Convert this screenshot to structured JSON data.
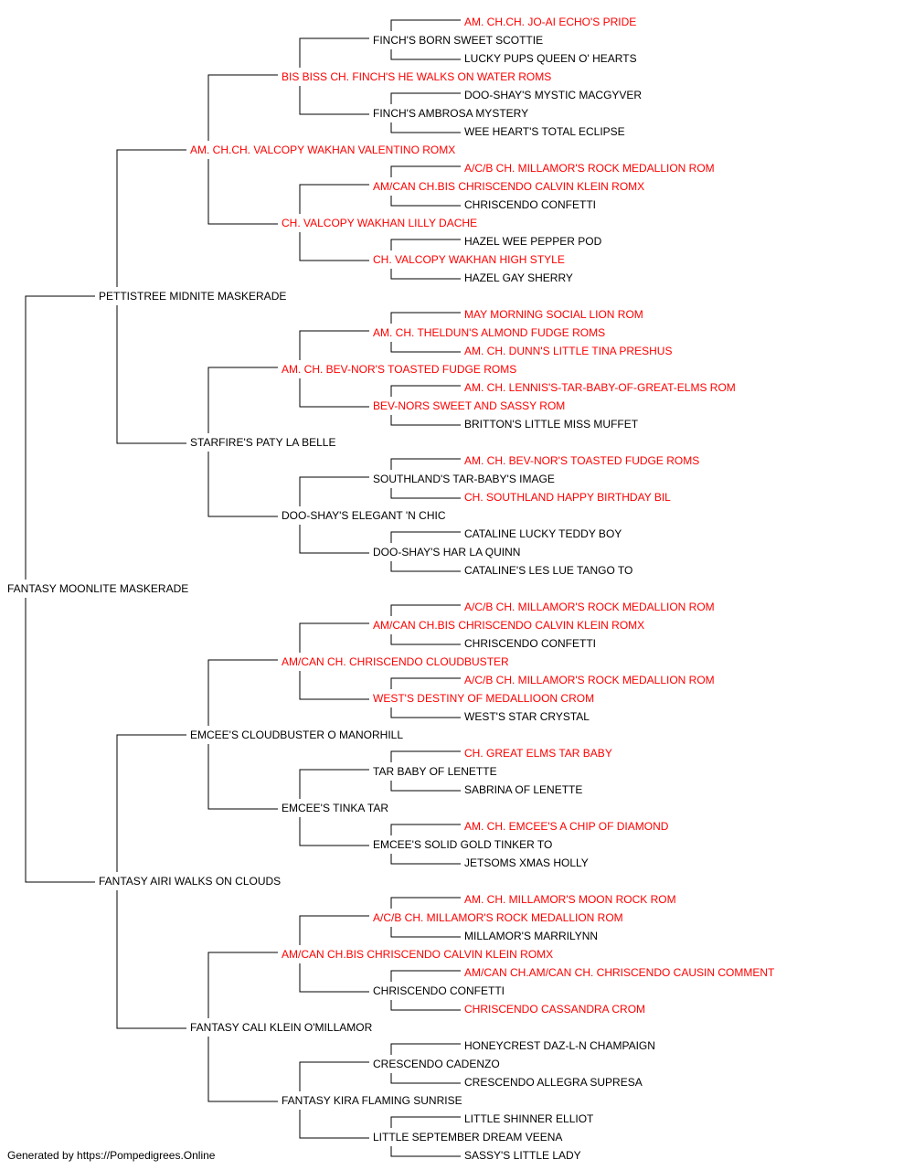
{
  "colors": {
    "champion": "#ff0000",
    "normal": "#000000",
    "line": "#000000"
  },
  "pedigree": {
    "name": "FANTASY MOONLITE MASKERADE",
    "champion": false,
    "sire": {
      "name": "PETTISTREE MIDNITE MASKERADE",
      "champion": false,
      "sire": {
        "name": "AM. CH.CH. VALCOPY WAKHAN VALENTINO ROMX",
        "champion": true,
        "sire": {
          "name": "BIS BISS CH. FINCH'S HE WALKS ON WATER ROMS",
          "champion": true,
          "sire": {
            "name": "FINCH'S BORN SWEET SCOTTIE",
            "champion": false,
            "sire": {
              "name": "AM. CH.CH. JO-AI ECHO'S PRIDE",
              "champion": true
            },
            "dam": {
              "name": "LUCKY PUPS QUEEN O' HEARTS",
              "champion": false
            }
          },
          "dam": {
            "name": "FINCH'S AMBROSA MYSTERY",
            "champion": false,
            "sire": {
              "name": "DOO-SHAY'S MYSTIC MACGYVER",
              "champion": false
            },
            "dam": {
              "name": "WEE HEART'S TOTAL ECLIPSE",
              "champion": false
            }
          }
        },
        "dam": {
          "name": "CH. VALCOPY WAKHAN LILLY DACHE",
          "champion": true,
          "sire": {
            "name": "AM/CAN CH.BIS CHRISCENDO CALVIN KLEIN ROMX",
            "champion": true,
            "sire": {
              "name": "A/C/B CH. MILLAMOR'S ROCK MEDALLION ROM",
              "champion": true
            },
            "dam": {
              "name": "CHRISCENDO CONFETTI",
              "champion": false
            }
          },
          "dam": {
            "name": "CH. VALCOPY WAKHAN HIGH STYLE",
            "champion": true,
            "sire": {
              "name": "HAZEL WEE PEPPER POD",
              "champion": false
            },
            "dam": {
              "name": "HAZEL GAY SHERRY",
              "champion": false
            }
          }
        }
      },
      "dam": {
        "name": "STARFIRE'S PATY LA BELLE",
        "champion": false,
        "sire": {
          "name": "AM. CH. BEV-NOR'S TOASTED FUDGE ROMS",
          "champion": true,
          "sire": {
            "name": "AM. CH. THELDUN'S ALMOND FUDGE ROMS",
            "champion": true,
            "sire": {
              "name": "MAY MORNING SOCIAL LION ROM",
              "champion": true
            },
            "dam": {
              "name": "AM. CH. DUNN'S LITTLE TINA PRESHUS",
              "champion": true
            }
          },
          "dam": {
            "name": "BEV-NORS SWEET AND SASSY ROM",
            "champion": true,
            "sire": {
              "name": "AM. CH. LENNIS'S-TAR-BABY-OF-GREAT-ELMS ROM",
              "champion": true
            },
            "dam": {
              "name": "BRITTON'S LITTLE MISS MUFFET",
              "champion": false
            }
          }
        },
        "dam": {
          "name": "DOO-SHAY'S ELEGANT 'N CHIC",
          "champion": false,
          "sire": {
            "name": "SOUTHLAND'S TAR-BABY'S IMAGE",
            "champion": false,
            "sire": {
              "name": "AM. CH. BEV-NOR'S TOASTED FUDGE ROMS",
              "champion": true
            },
            "dam": {
              "name": "CH. SOUTHLAND HAPPY BIRTHDAY BIL",
              "champion": true
            }
          },
          "dam": {
            "name": "DOO-SHAY'S HAR LA QUINN",
            "champion": false,
            "sire": {
              "name": "CATALINE LUCKY TEDDY BOY",
              "champion": false
            },
            "dam": {
              "name": "CATALINE'S LES LUE TANGO TO",
              "champion": false
            }
          }
        }
      }
    },
    "dam": {
      "name": "FANTASY AIRI WALKS ON CLOUDS",
      "champion": false,
      "sire": {
        "name": "EMCEE'S CLOUDBUSTER O MANORHILL",
        "champion": false,
        "sire": {
          "name": "AM/CAN CH. CHRISCENDO CLOUDBUSTER",
          "champion": true,
          "sire": {
            "name": "AM/CAN CH.BIS CHRISCENDO CALVIN KLEIN ROMX",
            "champion": true,
            "sire": {
              "name": "A/C/B CH. MILLAMOR'S ROCK MEDALLION ROM",
              "champion": true
            },
            "dam": {
              "name": "CHRISCENDO CONFETTI",
              "champion": false
            }
          },
          "dam": {
            "name": "WEST'S DESTINY OF MEDALLIOON CROM",
            "champion": true,
            "sire": {
              "name": "A/C/B CH. MILLAMOR'S ROCK MEDALLION ROM",
              "champion": true
            },
            "dam": {
              "name": "WEST'S STAR CRYSTAL",
              "champion": false
            }
          }
        },
        "dam": {
          "name": "EMCEE'S TINKA TAR",
          "champion": false,
          "sire": {
            "name": "TAR BABY OF LENETTE",
            "champion": false,
            "sire": {
              "name": "CH. GREAT ELMS TAR BABY",
              "champion": true
            },
            "dam": {
              "name": "SABRINA OF LENETTE",
              "champion": false
            }
          },
          "dam": {
            "name": "EMCEE'S SOLID GOLD TINKER TO",
            "champion": false,
            "sire": {
              "name": "AM. CH. EMCEE'S A CHIP OF DIAMOND",
              "champion": true
            },
            "dam": {
              "name": "JETSOMS XMAS HOLLY",
              "champion": false
            }
          }
        }
      },
      "dam": {
        "name": "FANTASY CALI KLEIN O'MILLAMOR",
        "champion": false,
        "sire": {
          "name": "AM/CAN CH.BIS CHRISCENDO CALVIN KLEIN ROMX",
          "champion": true,
          "sire": {
            "name": "A/C/B CH. MILLAMOR'S ROCK MEDALLION ROM",
            "champion": true,
            "sire": {
              "name": "AM. CH. MILLAMOR'S MOON ROCK ROM",
              "champion": true
            },
            "dam": {
              "name": "MILLAMOR'S MARRILYNN",
              "champion": false
            }
          },
          "dam": {
            "name": "CHRISCENDO CONFETTI",
            "champion": false,
            "sire": {
              "name": "AM/CAN CH.AM/CAN CH. CHRISCENDO CAUSIN COMMENT",
              "champion": true
            },
            "dam": {
              "name": "CHRISCENDO CASSANDRA CROM",
              "champion": true
            }
          }
        },
        "dam": {
          "name": "FANTASY KIRA FLAMING SUNRISE",
          "champion": false,
          "sire": {
            "name": "CRESCENDO CADENZO",
            "champion": false,
            "sire": {
              "name": "HONEYCREST DAZ-L-N CHAMPAIGN",
              "champion": false
            },
            "dam": {
              "name": "CRESCENDO ALLEGRA SUPRESA",
              "champion": false
            }
          },
          "dam": {
            "name": "LITTLE SEPTEMBER DREAM VEENA",
            "champion": false,
            "sire": {
              "name": "LITTLE SHINNER ELLIOT",
              "champion": false
            },
            "dam": {
              "name": "SASSY'S LITTLE LADY",
              "champion": false
            }
          }
        }
      }
    }
  },
  "footer": {
    "text": "Generated by https://Pompedigrees.Online"
  }
}
